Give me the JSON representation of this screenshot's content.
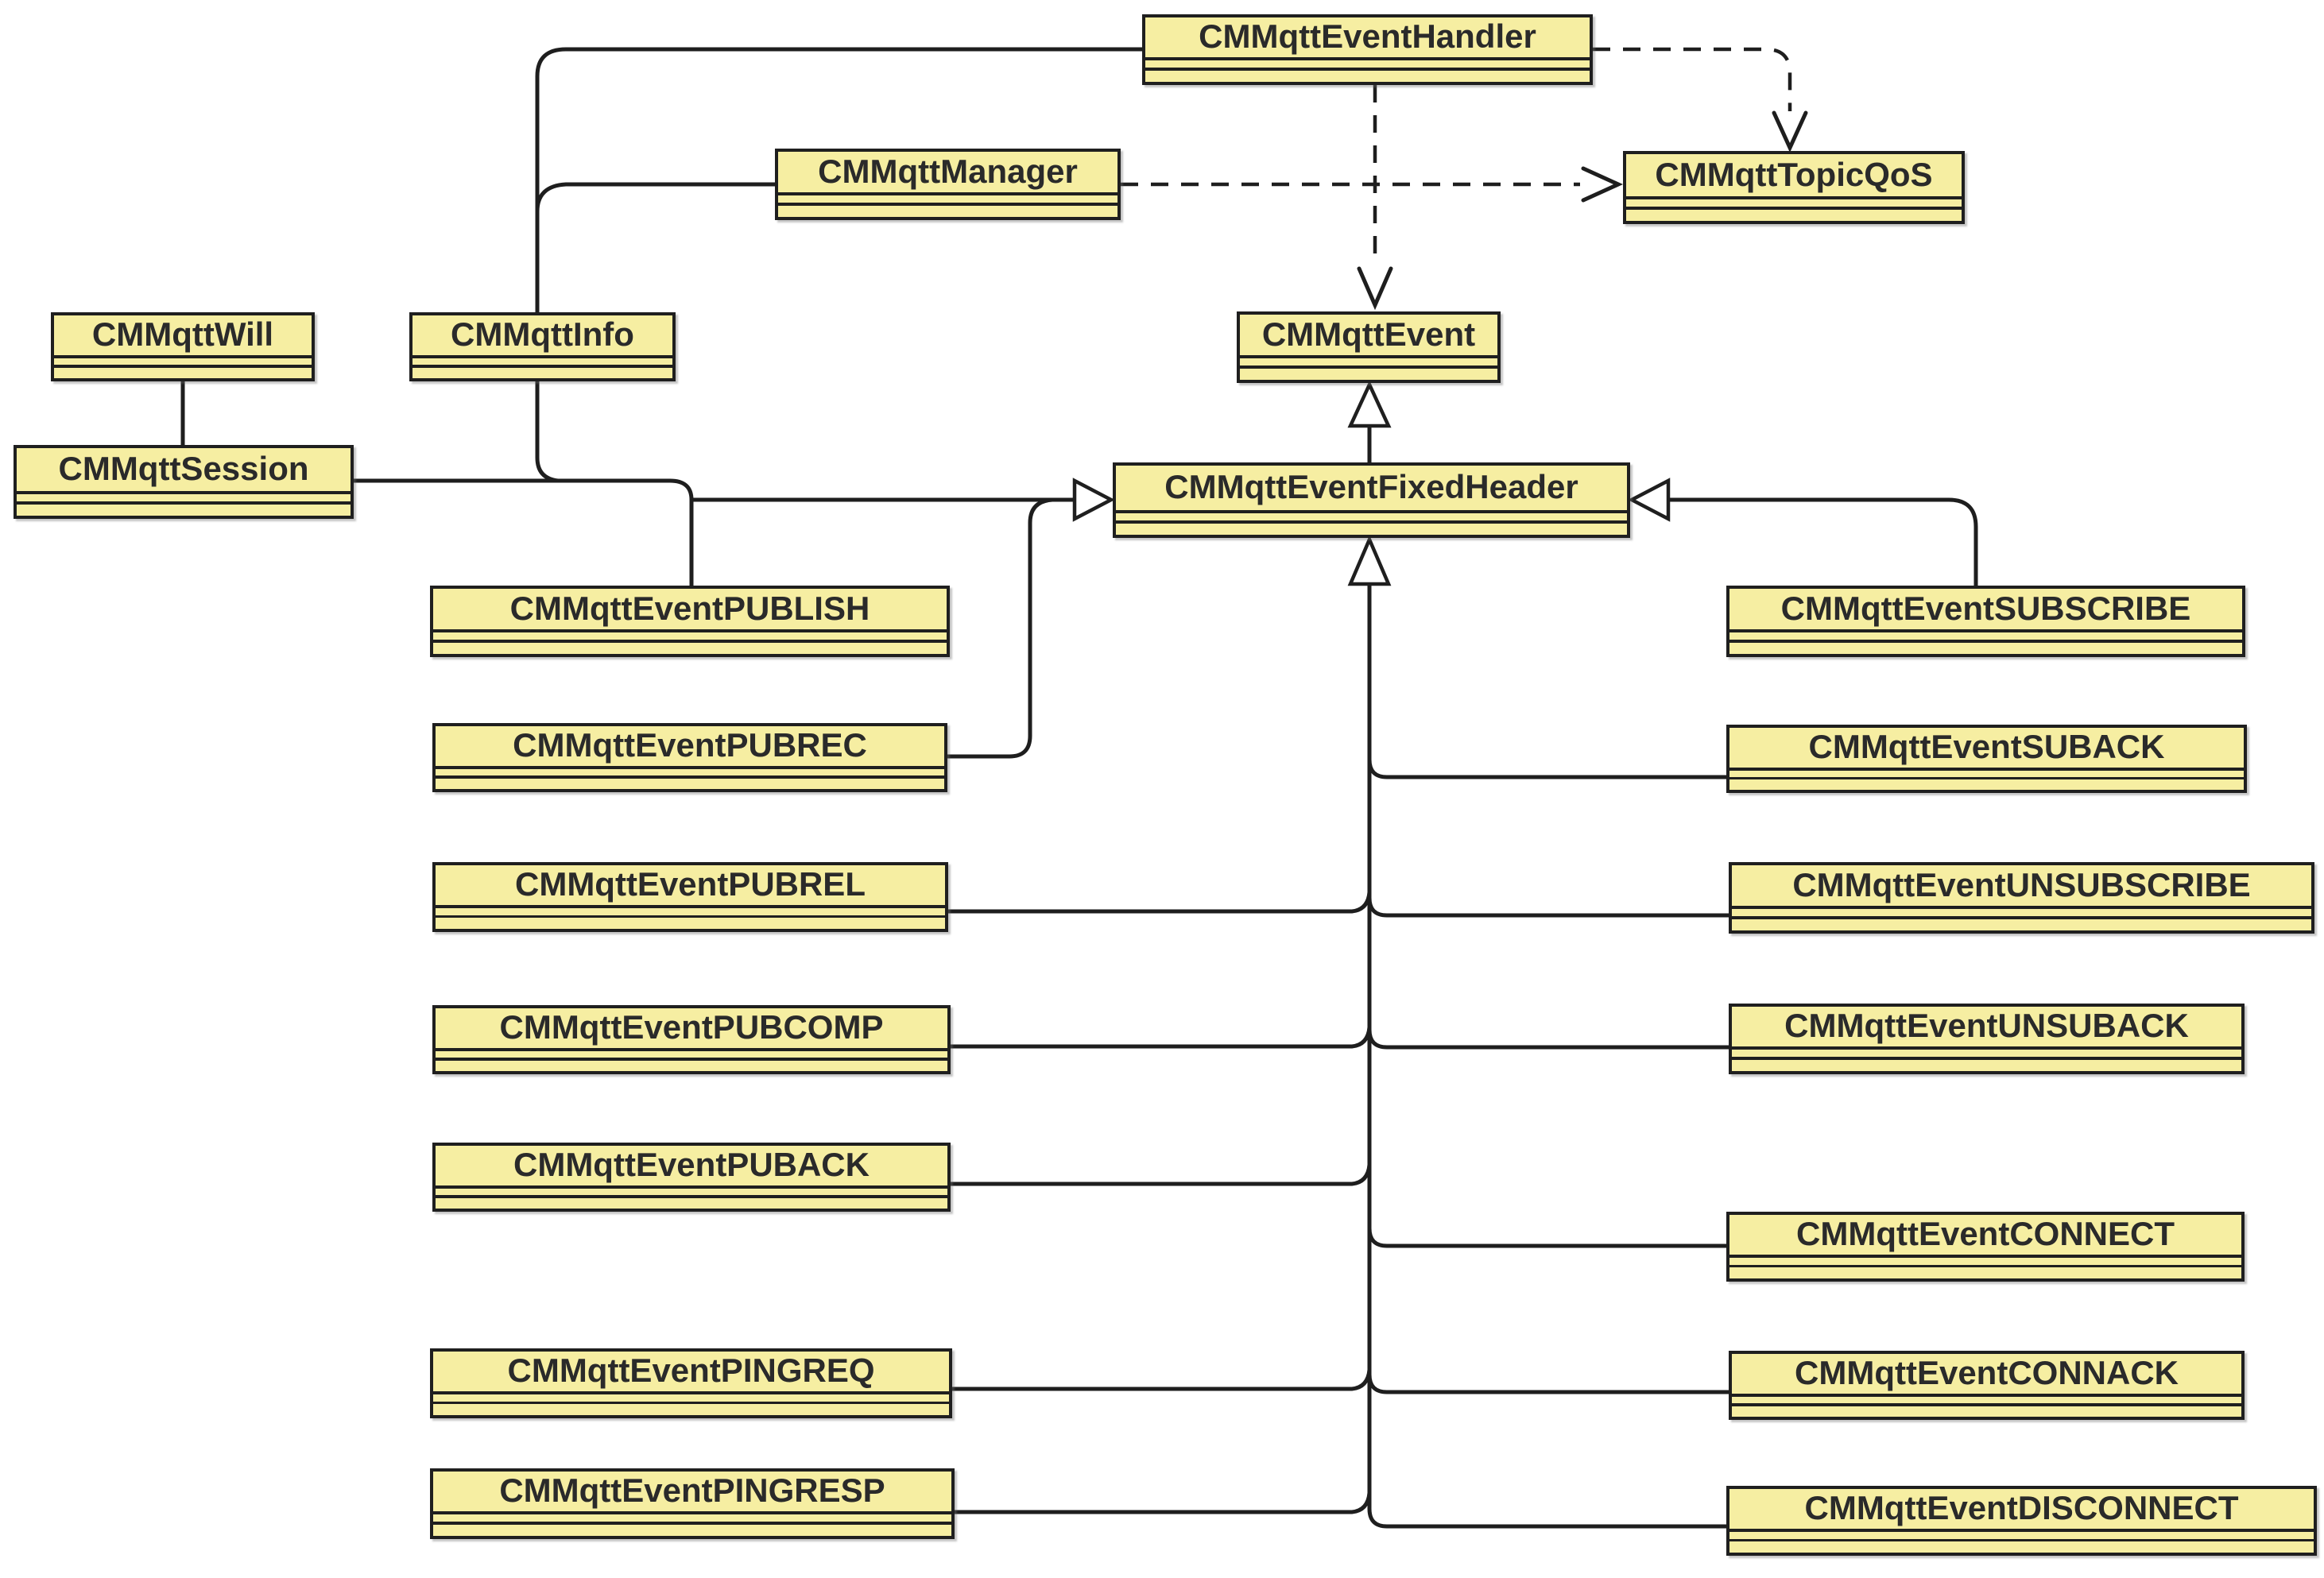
{
  "diagram": {
    "kind": "uml-class-diagram",
    "subject": "MQTT event classes"
  },
  "style": {
    "background": "#ffffff",
    "box_fill": "#f6eea2",
    "box_border": "#1f1f1f",
    "line_color": "#1e1e1e",
    "text_color": "#2a2a2a"
  },
  "classes": [
    {
      "label": "CMMqttEventHandler"
    },
    {
      "label": "CMMqttManager"
    },
    {
      "label": "CMMqttTopicQoS"
    },
    {
      "label": "CMMqttWill"
    },
    {
      "label": "CMMqttInfo"
    },
    {
      "label": "CMMqttEvent"
    },
    {
      "label": "CMMqttSession"
    },
    {
      "label": "CMMqttEventFixedHeader"
    },
    {
      "label": "CMMqttEventPUBLISH"
    },
    {
      "label": "CMMqttEventSUBSCRIBE"
    },
    {
      "label": "CMMqttEventPUBREC"
    },
    {
      "label": "CMMqttEventSUBACK"
    },
    {
      "label": "CMMqttEventPUBREL"
    },
    {
      "label": "CMMqttEventUNSUBSCRIBE"
    },
    {
      "label": "CMMqttEventPUBCOMP"
    },
    {
      "label": "CMMqttEventUNSUBACK"
    },
    {
      "label": "CMMqttEventPUBACK"
    },
    {
      "label": "CMMqttEventCONNECT"
    },
    {
      "label": "CMMqttEventPINGREQ"
    },
    {
      "label": "CMMqttEventCONNACK"
    },
    {
      "label": "CMMqttEventPINGRESP"
    },
    {
      "label": "CMMqttEventDISCONNECT"
    }
  ],
  "relations": [
    {
      "from": "CMMqttEventHandler",
      "to": "CMMqttInfo",
      "type": "association"
    },
    {
      "from": "CMMqttManager",
      "to": "CMMqttInfo",
      "type": "association"
    },
    {
      "from": "CMMqttWill",
      "to": "CMMqttSession",
      "type": "association"
    },
    {
      "from": "CMMqttSession",
      "to": "CMMqttEventPUBLISH",
      "type": "association"
    },
    {
      "from": "CMMqttEventHandler",
      "to": "CMMqttTopicQoS",
      "type": "dependency"
    },
    {
      "from": "CMMqttManager",
      "to": "CMMqttTopicQoS",
      "type": "dependency"
    },
    {
      "from": "CMMqttEventHandler",
      "to": "CMMqttEvent",
      "type": "dependency"
    },
    {
      "from": "CMMqttEventFixedHeader",
      "to": "CMMqttEvent",
      "type": "generalization"
    },
    {
      "from": "CMMqttEventPUBLISH",
      "to": "CMMqttEventFixedHeader",
      "type": "generalization"
    },
    {
      "from": "CMMqttEventPUBREC",
      "to": "CMMqttEventFixedHeader",
      "type": "generalization"
    },
    {
      "from": "CMMqttEventSUBSCRIBE",
      "to": "CMMqttEventFixedHeader",
      "type": "generalization"
    },
    {
      "from": "CMMqttEventSUBACK",
      "to": "CMMqttEventFixedHeader",
      "type": "generalization"
    },
    {
      "from": "CMMqttEventPUBREL",
      "to": "CMMqttEventFixedHeader",
      "type": "generalization"
    },
    {
      "from": "CMMqttEventUNSUBSCRIBE",
      "to": "CMMqttEventFixedHeader",
      "type": "generalization"
    },
    {
      "from": "CMMqttEventPUBCOMP",
      "to": "CMMqttEventFixedHeader",
      "type": "generalization"
    },
    {
      "from": "CMMqttEventUNSUBACK",
      "to": "CMMqttEventFixedHeader",
      "type": "generalization"
    },
    {
      "from": "CMMqttEventPUBACK",
      "to": "CMMqttEventFixedHeader",
      "type": "generalization"
    },
    {
      "from": "CMMqttEventCONNECT",
      "to": "CMMqttEventFixedHeader",
      "type": "generalization"
    },
    {
      "from": "CMMqttEventPINGREQ",
      "to": "CMMqttEventFixedHeader",
      "type": "generalization"
    },
    {
      "from": "CMMqttEventCONNACK",
      "to": "CMMqttEventFixedHeader",
      "type": "generalization"
    },
    {
      "from": "CMMqttEventPINGRESP",
      "to": "CMMqttEventFixedHeader",
      "type": "generalization"
    },
    {
      "from": "CMMqttEventDISCONNECT",
      "to": "CMMqttEventFixedHeader",
      "type": "generalization"
    }
  ]
}
